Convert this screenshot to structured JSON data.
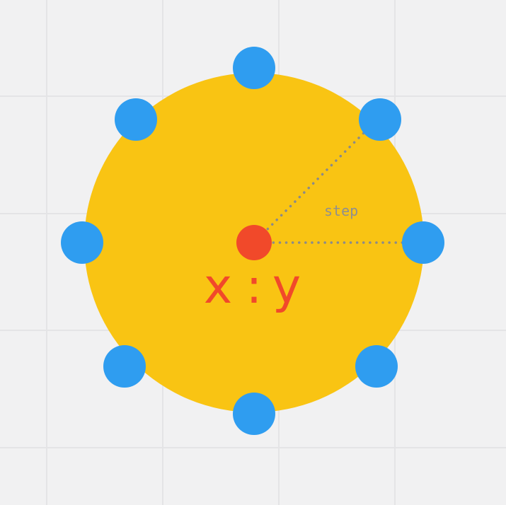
{
  "colors": {
    "background": "#f1f1f2",
    "grid": "#e4e4e6",
    "circle": "#f9c413",
    "points": "#2f9df0",
    "center": "#f1492a",
    "guide": "#8a8a8a",
    "label": "#f1492a",
    "step_label": "#8f8f8f"
  },
  "labels": {
    "step": "step",
    "center_x": "x",
    "center_sep": ":",
    "center_y": "y"
  },
  "points_count": 8
}
